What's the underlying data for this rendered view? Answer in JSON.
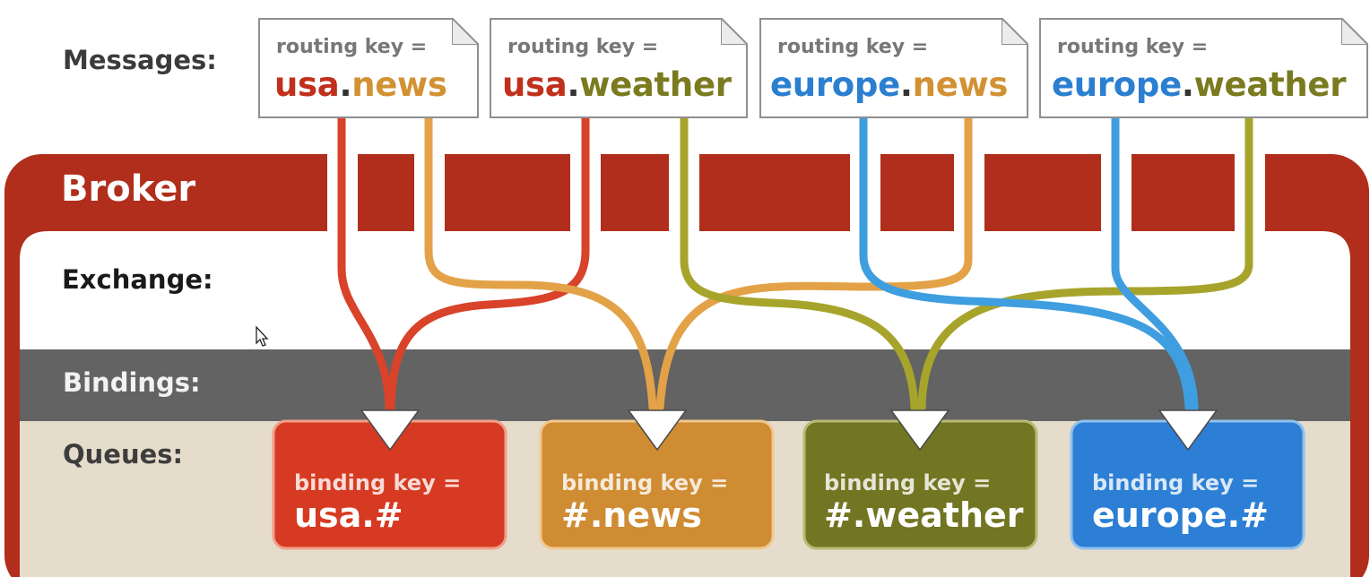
{
  "labels": {
    "messages": "Messages:",
    "broker": "Broker",
    "exchange": "Exchange:",
    "bindings": "Bindings:",
    "queues": "Queues:"
  },
  "messages": [
    {
      "head": "routing key =",
      "key_a": "usa",
      "sep": ".",
      "key_b": "news"
    },
    {
      "head": "routing key =",
      "key_a": "usa",
      "sep": ".",
      "key_b": "weather"
    },
    {
      "head": "routing key =",
      "key_a": "europe",
      "sep": ".",
      "key_b": "news"
    },
    {
      "head": "routing key =",
      "key_a": "europe",
      "sep": ".",
      "key_b": "weather"
    }
  ],
  "queues": [
    {
      "head": "binding key =",
      "key": "usa.#"
    },
    {
      "head": "binding key =",
      "key": "#.news"
    },
    {
      "head": "binding key =",
      "key": "#.weather"
    },
    {
      "head": "binding key =",
      "key": "europe.#"
    }
  ],
  "colors": {
    "usa": "#c0301c",
    "europe": "#2b7fd0",
    "news": "#d29133",
    "weather": "#7a7a1f",
    "broker": "#b02e1b",
    "bindings_band": "#636363",
    "queue_area": "#e5dccb",
    "queue_usa": "#d73a22",
    "queue_news": "#cf8c33",
    "queue_weather": "#727522",
    "queue_europe": "#2c7fd4"
  },
  "icons": {
    "cursor": "mouse-pointer-icon",
    "arrowhead": "arrowhead-down-icon"
  }
}
